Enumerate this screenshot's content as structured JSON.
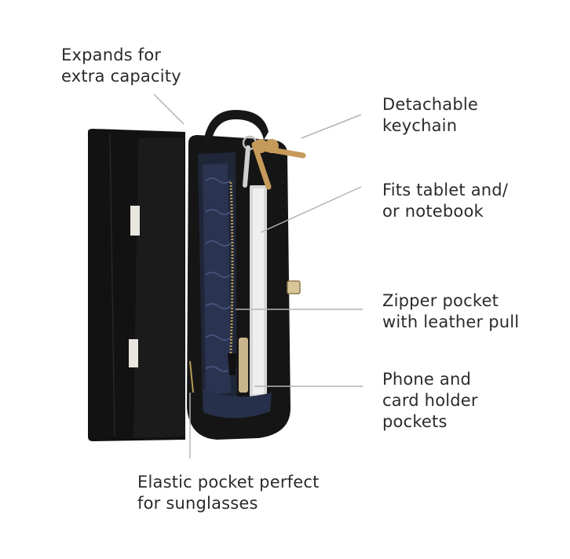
{
  "callouts": {
    "expands": {
      "line1": "Expands for",
      "line2": "extra capacity"
    },
    "keychain": {
      "line1": "Detachable",
      "line2": "keychain"
    },
    "tablet": {
      "line1": "Fits tablet and/",
      "line2": "or notebook"
    },
    "zipper": {
      "line1": "Zipper pocket",
      "line2": "with leather pull"
    },
    "phone": {
      "line1": "Phone and",
      "line2": "card holder",
      "line3": "pockets"
    },
    "elastic": {
      "line1": "Elastic pocket perfect",
      "line2": "for sunglasses"
    }
  },
  "colors": {
    "leather": "#141414",
    "lining": "#232a3d",
    "leader_line": "#b4b4b4",
    "key_gold": "#c69a5a"
  }
}
